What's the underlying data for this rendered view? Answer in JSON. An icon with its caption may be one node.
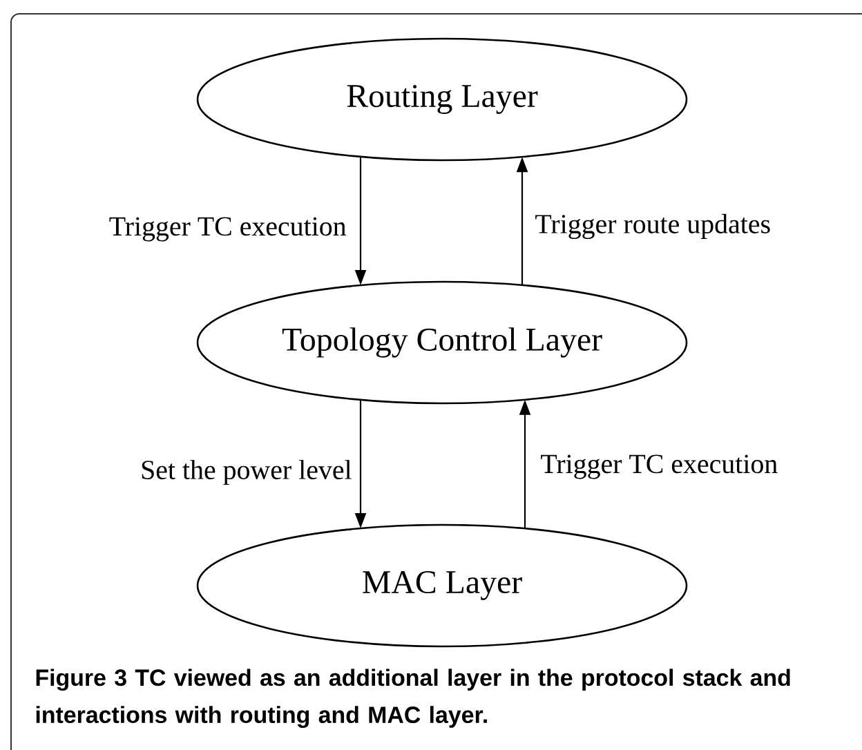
{
  "diagram": {
    "caption": "Figure 3 TC viewed as an additional layer in the protocol stack and interactions with routing and MAC layer.",
    "nodes": [
      {
        "text": [
          "Routing Layer"
        ]
      },
      {
        "text": [
          "Topology Control Layer"
        ]
      },
      {
        "text": [
          "MAC Layer"
        ]
      }
    ],
    "edges": [
      {
        "from": 0,
        "to": 1,
        "arrow": "to",
        "label": "Trigger TC execution"
      },
      {
        "from": 1,
        "to": 0,
        "arrow": "to",
        "label": "Trigger route updates"
      },
      {
        "from": 1,
        "to": 2,
        "arrow": "to",
        "label": "Set the power level"
      },
      {
        "from": 2,
        "to": 1,
        "arrow": "to",
        "label": "Trigger TC execution"
      }
    ]
  }
}
